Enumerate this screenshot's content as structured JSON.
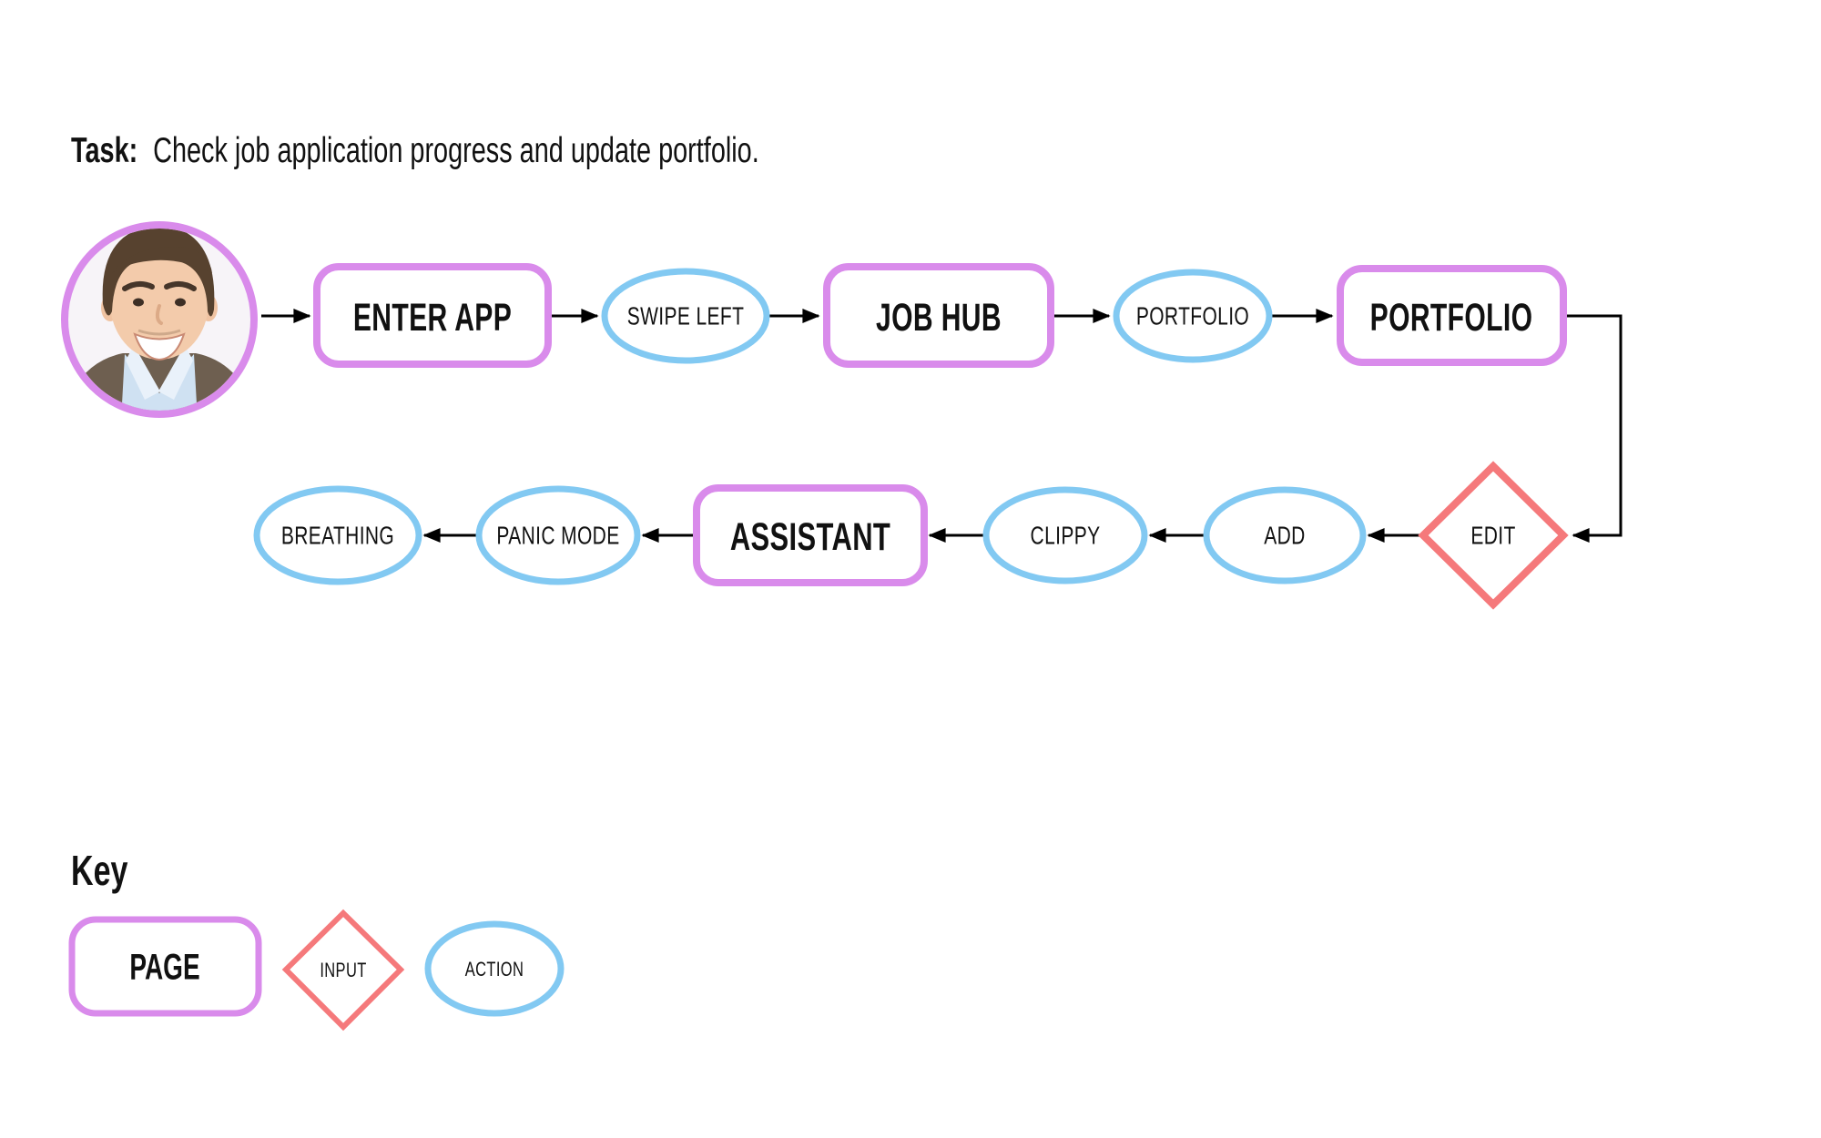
{
  "task": {
    "label": "Task:",
    "description": "Check job application progress and update portfolio."
  },
  "avatar": {
    "icon": "male-user-photo-avatar"
  },
  "flow": {
    "nodes": [
      {
        "id": "enter-app",
        "label": "ENTER APP",
        "type": "page"
      },
      {
        "id": "swipe-left",
        "label": "SWIPE LEFT",
        "type": "action"
      },
      {
        "id": "job-hub",
        "label": "JOB HUB",
        "type": "page"
      },
      {
        "id": "portfolio-action",
        "label": "PORTFOLIO",
        "type": "action"
      },
      {
        "id": "portfolio-page",
        "label": "PORTFOLIO",
        "type": "page"
      },
      {
        "id": "edit",
        "label": "EDIT",
        "type": "input"
      },
      {
        "id": "add",
        "label": "ADD",
        "type": "action"
      },
      {
        "id": "clippy",
        "label": "CLIPPY",
        "type": "action"
      },
      {
        "id": "assistant",
        "label": "ASSISTANT",
        "type": "page"
      },
      {
        "id": "panic-mode",
        "label": "PANIC MODE",
        "type": "action"
      },
      {
        "id": "breathing",
        "label": "BREATHING",
        "type": "action"
      }
    ]
  },
  "key": {
    "title": "Key",
    "items": [
      {
        "label": "PAGE",
        "type": "page"
      },
      {
        "label": "INPUT",
        "type": "input"
      },
      {
        "label": "ACTION",
        "type": "action"
      }
    ]
  },
  "colors": {
    "page_border": "#D98BEB",
    "action_border": "#82C9F2",
    "input_border": "#F5797B",
    "connector": "#000000",
    "text": "#111111"
  }
}
